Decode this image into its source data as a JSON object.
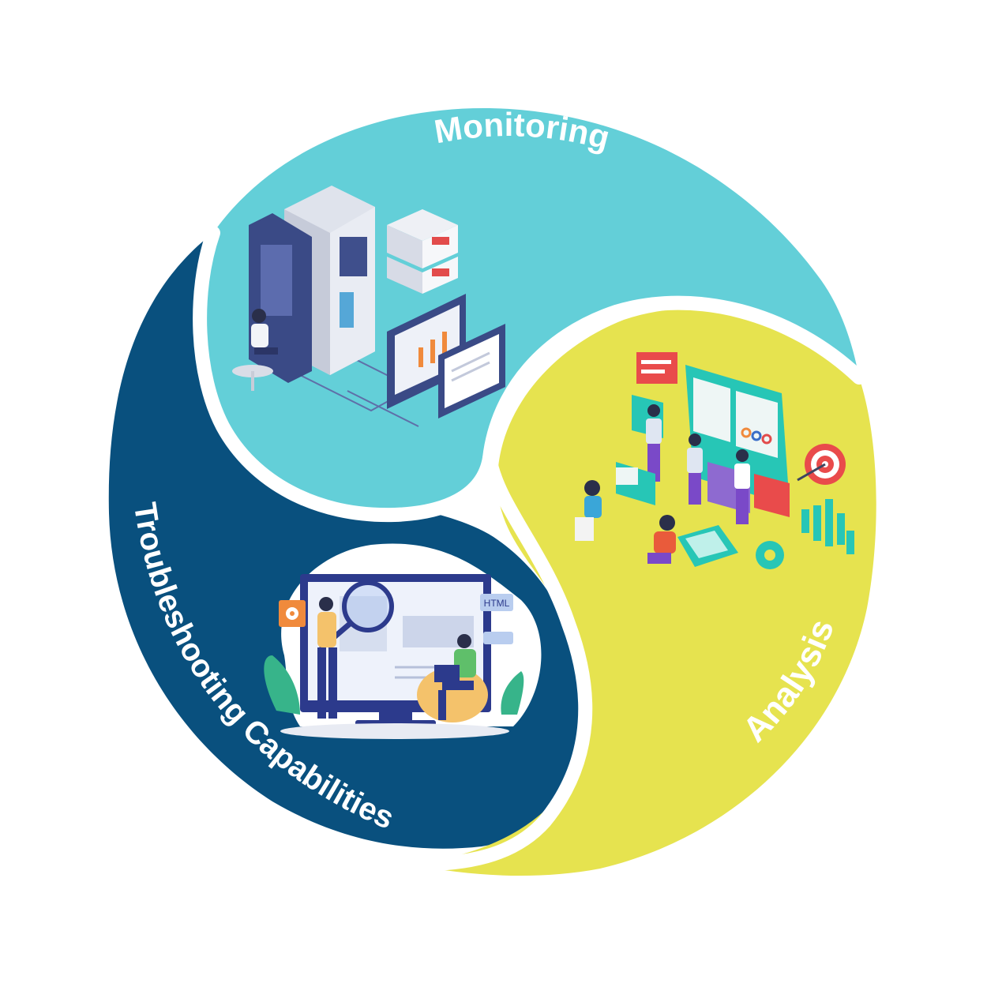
{
  "segments": {
    "monitoring": {
      "label": "Monitoring",
      "color": "#63cfd8"
    },
    "analysis": {
      "label": "Analysis",
      "color": "#e6e34f"
    },
    "troubleshooting": {
      "label": "Troubleshooting Capabilities",
      "color": "#09507e"
    }
  },
  "icons": {
    "monitoring": "server-room-monitoring-illustration",
    "analysis": "team-data-analysis-illustration",
    "troubleshooting": "code-inspection-illustration",
    "html_tag_text": "HTML"
  }
}
